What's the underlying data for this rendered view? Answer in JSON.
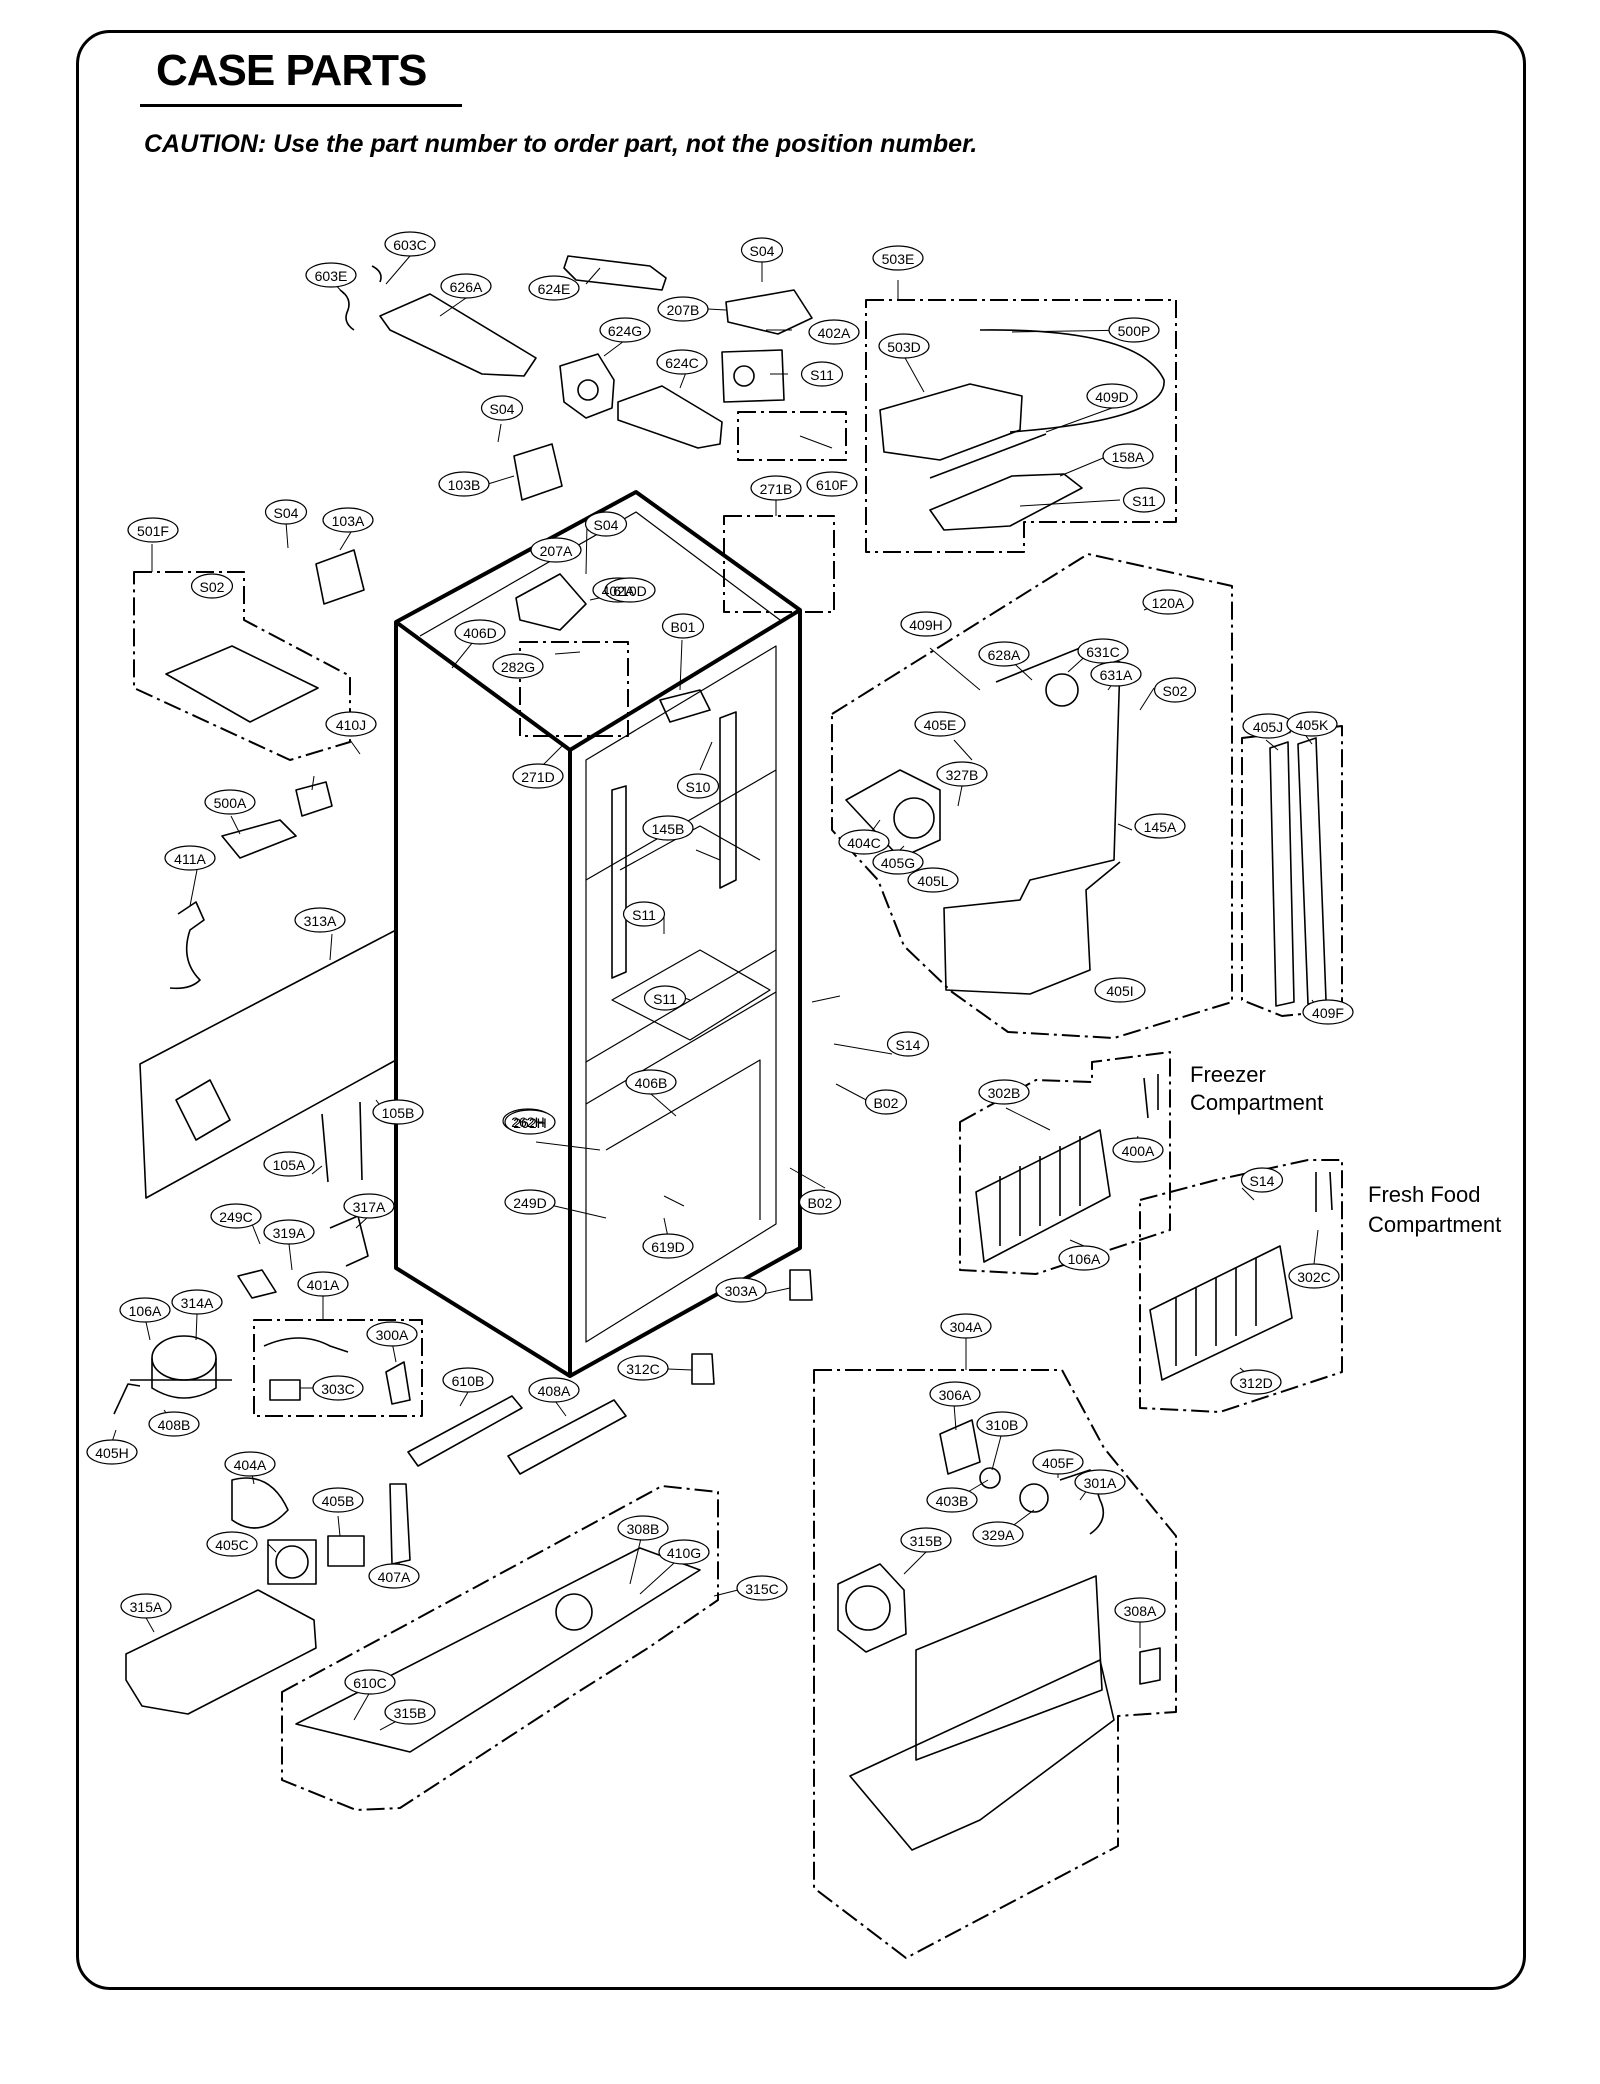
{
  "title": "CASE PARTS",
  "caution": "CAUTION: Use the part number to order part, not the position number.",
  "compartments": {
    "freezer": [
      "Freezer",
      "Compartment"
    ],
    "fresh_food": [
      "Fresh Food",
      "Compartment"
    ]
  },
  "callouts": [
    "603C",
    "603E",
    "626A",
    "624E",
    "S04",
    "207B",
    "402A",
    "503E",
    "624G",
    "624C",
    "500P",
    "S11",
    "503D",
    "S04",
    "610F",
    "409D",
    "103B",
    "271B",
    "158A",
    "S04",
    "103A",
    "S11",
    "501F",
    "S04",
    "207A",
    "402A",
    "S02",
    "610D",
    "406D",
    "B01",
    "282G",
    "120A",
    "409H",
    "628A",
    "631C",
    "631A",
    "S02",
    "410J",
    "271D",
    "405E",
    "405J",
    "405K",
    "S10",
    "327B",
    "500A",
    "145B",
    "404C",
    "145A",
    "411A",
    "405G",
    "405L",
    "S11",
    "313A",
    "S11",
    "405I",
    "262H",
    "409F",
    "S14",
    "B02",
    "406B",
    "302B",
    "105B",
    "400A",
    "262H",
    "105A",
    "249D",
    "B02",
    "249C",
    "319A",
    "317A",
    "619D",
    "S14",
    "302C",
    "401A",
    "303A",
    "106A",
    "314A",
    "300A",
    "304A",
    "610B",
    "312C",
    "106A",
    "408A",
    "312D",
    "303C",
    "408B",
    "306A",
    "405H",
    "310B",
    "404A",
    "403B",
    "405F",
    "405B",
    "301A",
    "329A",
    "405C",
    "308B",
    "315B",
    "407A",
    "410G",
    "315C",
    "315A",
    "308A",
    "610C",
    "315B",
    "315C"
  ]
}
